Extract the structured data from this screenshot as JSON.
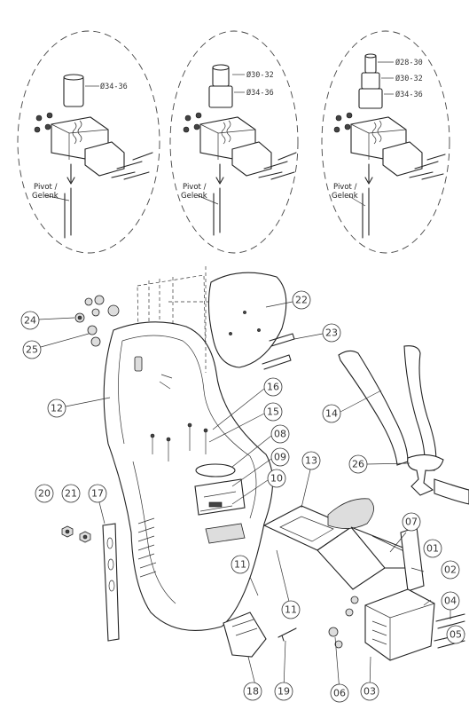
{
  "detail_views": [
    {
      "dims": [
        "Ø34-36"
      ],
      "pivot_line1": "Pivot /",
      "pivot_line2": "Gelenk"
    },
    {
      "dims": [
        "Ø30-32",
        "Ø34-36"
      ],
      "pivot_line1": "Pivot /",
      "pivot_line2": "Gelenk"
    },
    {
      "dims": [
        "Ø28-30",
        "Ø30-32",
        "Ø34-36"
      ],
      "pivot_line1": "Pivot /",
      "pivot_line2": "Gelenk"
    }
  ],
  "callouts": [
    "24",
    "25",
    "22",
    "23",
    "12",
    "16",
    "15",
    "08",
    "09",
    "10",
    "13",
    "14",
    "26",
    "20",
    "21",
    "17",
    "11",
    "11",
    "07",
    "01",
    "02",
    "04",
    "18",
    "19",
    "06",
    "03",
    "05"
  ]
}
